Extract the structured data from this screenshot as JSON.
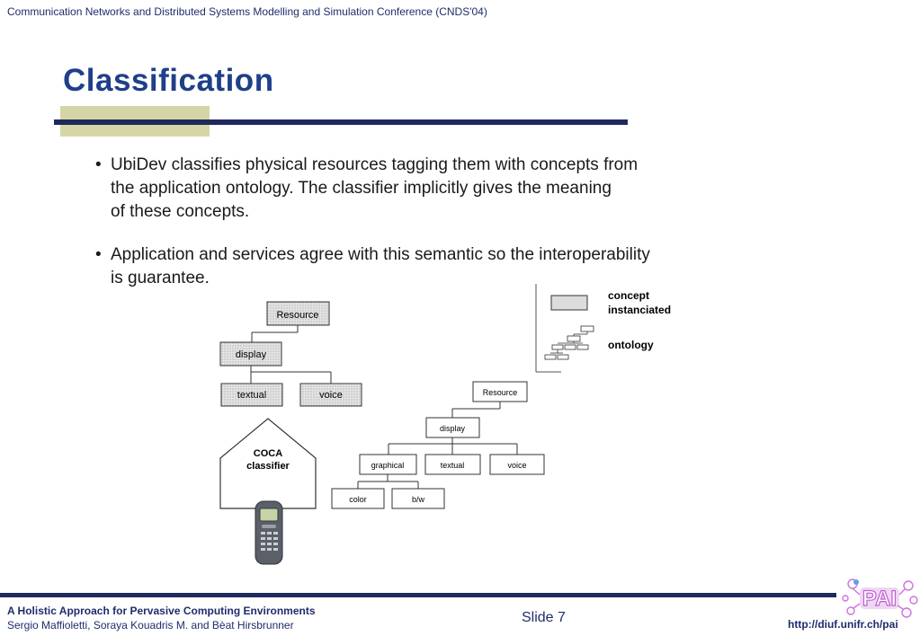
{
  "header": {
    "conference": "Communication Networks and Distributed Systems Modelling and Simulation Conference (CNDS'04)"
  },
  "slide": {
    "title": "Classification",
    "bullets": [
      {
        "marker": "•",
        "lines": [
          "UbiDev classifies physical resources tagging them with concepts from",
          "the application ontology. The classifier implicitly gives the meaning",
          "of these concepts."
        ]
      },
      {
        "marker": "•",
        "lines": [
          "Application and services agree with this semantic so the interoperability",
          "is guarantee."
        ]
      }
    ]
  },
  "diagram": {
    "left_tree": {
      "root": "Resource",
      "child": "display",
      "leaves": [
        "textual",
        "voice"
      ]
    },
    "classifier": {
      "line1": "COCA",
      "line2": "classifier"
    },
    "right_tree": {
      "root": "Resource",
      "child": "display",
      "level2": [
        "graphical",
        "textual",
        "voice"
      ],
      "level3": [
        "color",
        "b/w"
      ]
    },
    "legend": {
      "concept_line1": "concept",
      "concept_line2": "instanciated",
      "ontology": "ontology"
    }
  },
  "footer": {
    "title": "A Holistic Approach for Pervasive Computing Environments",
    "authors": "Sergio Maffioletti, Soraya Kouadris M. and Bèat Hirsbrunner",
    "slide_label": "Slide 7",
    "url": "http://diuf.unifr.ch/pai",
    "logo_text": "PAI"
  },
  "colors": {
    "navy": "#1e2a5e",
    "olive": "#d6d5a6",
    "title_blue": "#1f3f8a",
    "logo_purple": "#c060d0"
  }
}
